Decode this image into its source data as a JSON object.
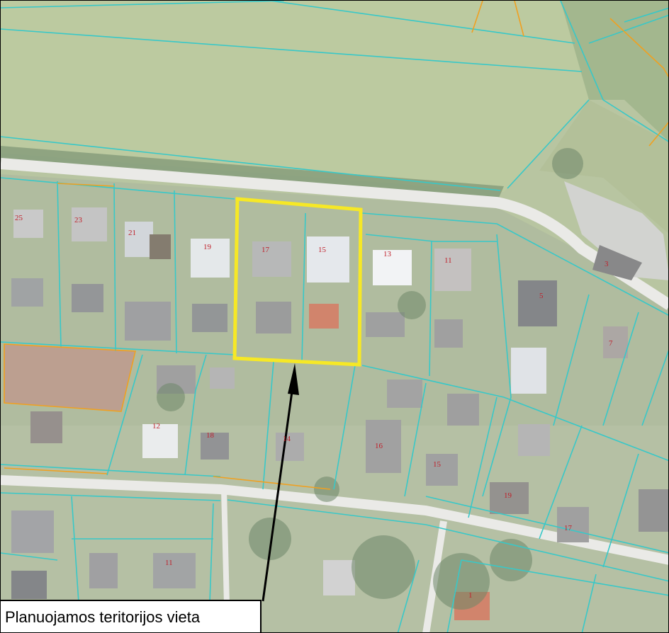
{
  "caption": "Planuojamos teritorijos vieta",
  "colors": {
    "parcel_boundary": "#38c8c8",
    "highlight": "#f6e826",
    "arrow": "#000000",
    "other_boundary": "#f0a020"
  },
  "house_numbers": [
    "25",
    "23",
    "21",
    "19",
    "17",
    "15",
    "13",
    "11",
    "3",
    "5",
    "7",
    "12",
    "18",
    "14",
    "16",
    "15",
    "19",
    "17",
    "11",
    "1"
  ]
}
